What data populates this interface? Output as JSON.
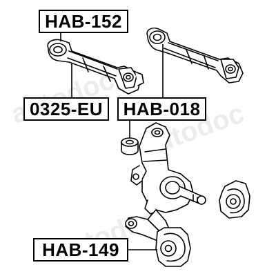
{
  "labels": {
    "hab152": "HAB-152",
    "eu0325": "0325-EU",
    "hab018": "HAB-018",
    "hab149": "HAB-149"
  },
  "watermark_text": "autodoc",
  "colors": {
    "ink": "#000000",
    "paper": "#ffffff",
    "watermark": "#e9e9e9"
  }
}
